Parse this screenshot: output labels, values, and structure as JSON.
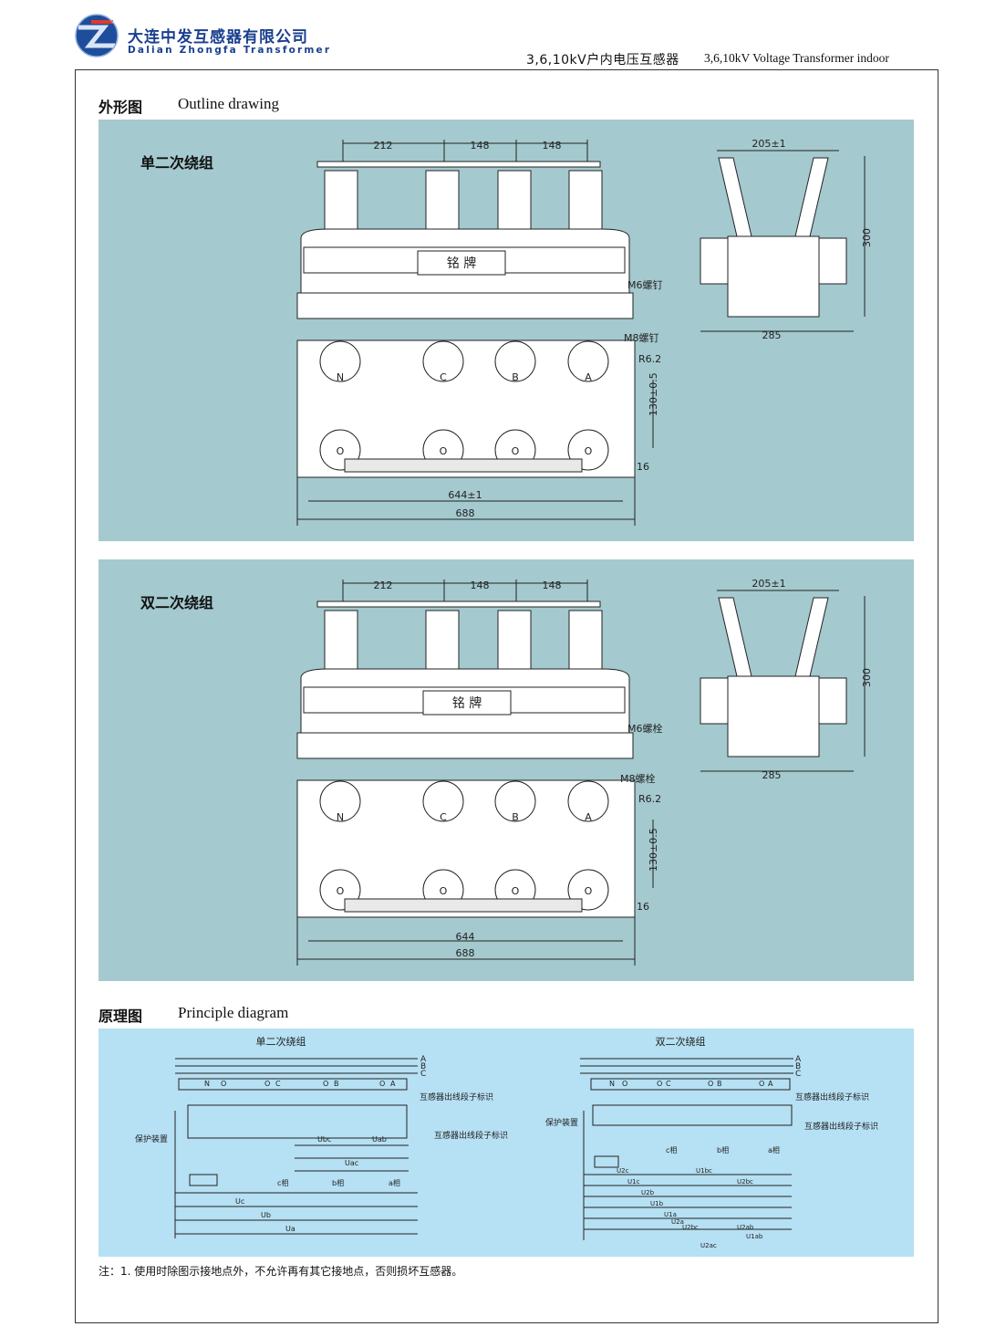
{
  "header": {
    "company_cn": "大连中发互感器有限公司",
    "company_en": "Dalian Zhongfa Transformer",
    "product_cn": "3,6,10kV户内电压互感器",
    "product_en": "3,6,10kV Voltage Transformer indoor"
  },
  "outline": {
    "title_cn": "外形图",
    "title_en": "Outline drawing",
    "panel1": {
      "label": "单二次绕组",
      "dim_top": [
        "212",
        "148",
        "148"
      ],
      "nameplate": "铭 牌",
      "bolt_m6": "M6螺钉",
      "bolt_m8": "M8螺钉",
      "r": "R6.2",
      "dim_130": "130±0.5",
      "dim_16": "16",
      "dim_644": "644±1",
      "dim_688": "688",
      "side_205": "205±1",
      "side_300": "300",
      "side_285": "285",
      "phases": [
        "N",
        "C",
        "B",
        "A"
      ],
      "lower": [
        "O",
        "O",
        "O",
        "O"
      ]
    },
    "panel2": {
      "label": "双二次绕组",
      "dim_top": [
        "212",
        "148",
        "148"
      ],
      "nameplate": "铭 牌",
      "bolt_m6": "M6螺栓",
      "bolt_m8": "M8螺栓",
      "r": "R6.2",
      "dim_130": "130±0.5",
      "dim_16": "16",
      "dim_644": "644",
      "dim_688": "688",
      "side_205": "205±1",
      "side_300": "300",
      "side_285": "285",
      "phases": [
        "N",
        "C",
        "B",
        "A"
      ],
      "lower": [
        "O",
        "O",
        "O",
        "O"
      ]
    }
  },
  "principle": {
    "title_cn": "原理图",
    "title_en": "Principle diagram",
    "left": {
      "label": "单二次绕组",
      "lines": [
        "A",
        "B",
        "C"
      ],
      "terminals": [
        "N",
        "O",
        "O",
        "C",
        "O",
        "B",
        "O",
        "A"
      ],
      "primary_mark": "互感器出线段子标识",
      "secondary_mark": "互感器出线段子标识",
      "protection": "保护装置",
      "phase_labels": [
        "c相",
        "b相",
        "a相"
      ],
      "voltages": [
        "Ubc",
        "Uab",
        "Uac",
        "Uc",
        "Ub",
        "Ua"
      ]
    },
    "right": {
      "label": "双二次绕组",
      "lines": [
        "A",
        "B",
        "C"
      ],
      "terminals": [
        "N",
        "O",
        "O",
        "C",
        "O",
        "B",
        "O",
        "A"
      ],
      "primary_mark": "互感器出线段子标识",
      "secondary_mark": "互感器出线段子标识",
      "protection": "保护装置",
      "phase_labels": [
        "c相",
        "b相",
        "a相"
      ],
      "voltages": [
        "U2c",
        "U1bc",
        "U1c",
        "U2bc",
        "U2b",
        "U1b",
        "U1a",
        "U2a",
        "U2bc",
        "U2ab",
        "U1ab",
        "U2ac"
      ]
    },
    "note": "注：1. 使用时除图示接地点外，不允许再有其它接地点，否则损坏互感器。"
  },
  "colors": {
    "panel_outline": "#a4c9ce",
    "panel_principle": "#b6e0f3",
    "brand": "#1a3f8f"
  }
}
